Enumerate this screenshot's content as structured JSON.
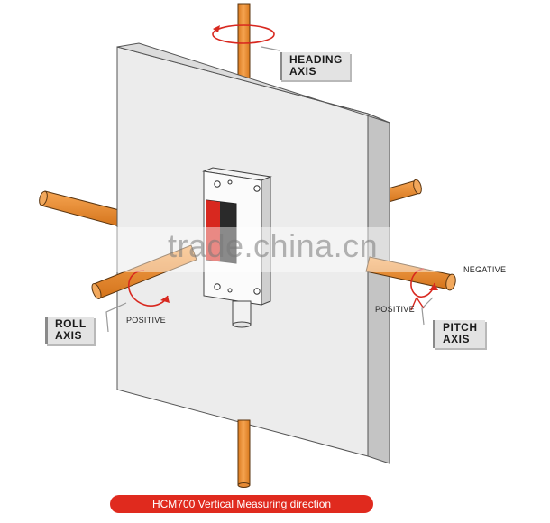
{
  "labels": {
    "heading_axis": [
      "HEADING",
      "AXIS"
    ],
    "roll_axis": [
      "ROLL",
      "AXIS"
    ],
    "pitch_axis": [
      "PITCH",
      "AXIS"
    ],
    "roll_positive": "POSITIVE",
    "pitch_positive": "POSITIVE",
    "pitch_negative": "NEGATIVE"
  },
  "caption": "HCM700 Vertical Measuring direction",
  "watermark": "trade.china.cn",
  "colors": {
    "rod": "#f0932e",
    "panel_front": "#ececec",
    "panel_side": "#c4c4c4",
    "rotation_arrow": "#d8281f",
    "caption_bg": "#e02a1e",
    "callout_bg": "#e3e3e3"
  }
}
